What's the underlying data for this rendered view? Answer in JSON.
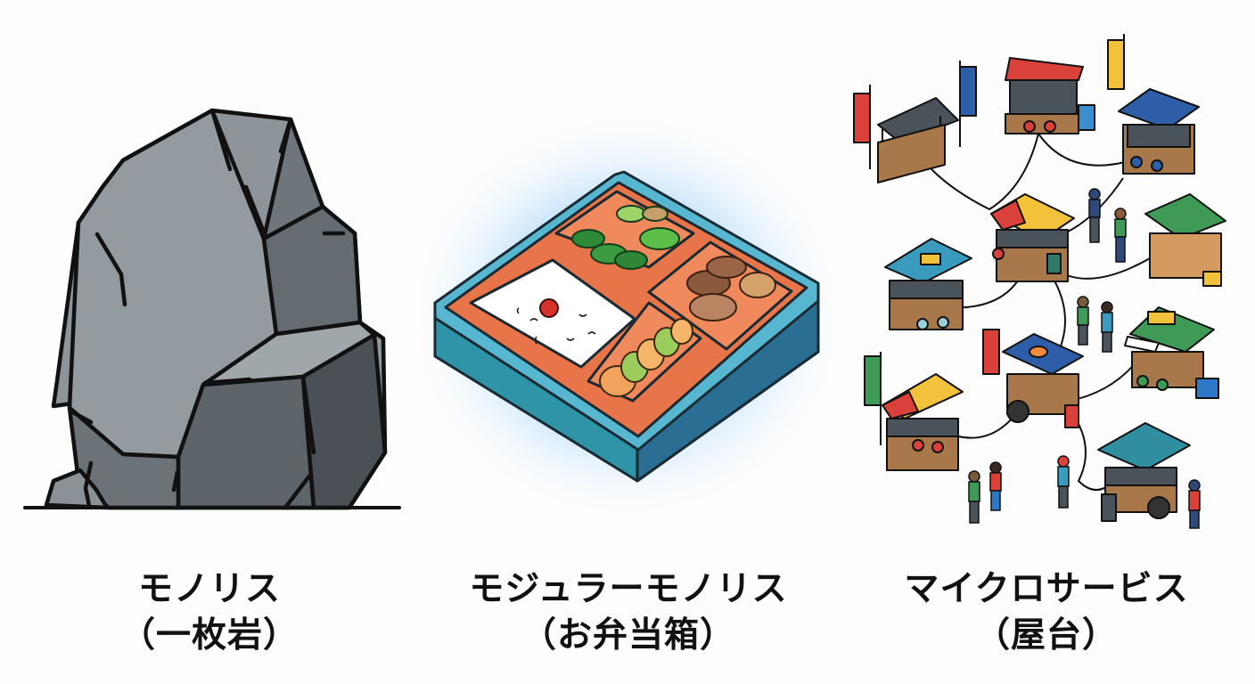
{
  "panels": [
    {
      "id": "monolith",
      "title": "モノリス",
      "subtitle": "（一枚岩）",
      "illustration": "rock-icon",
      "colors": {
        "light": "#9aa1a6",
        "mid": "#7d858b",
        "dark": "#5a6166",
        "darkest": "#454b50",
        "outline": "#111111"
      }
    },
    {
      "id": "modular-monolith",
      "title": "モジュラーモノリス",
      "subtitle": "（お弁当箱）",
      "illustration": "bento-box-icon",
      "colors": {
        "box": "#2f94a8",
        "box_side": "#2a6e93",
        "tray": "#e8744a",
        "rice": "#ffffff",
        "umeboshi": "#d7322b",
        "greens": "#3f9b3c",
        "meat": "#8b5a3c",
        "egg": "#f2a35e",
        "glow": "#cfe6fb"
      }
    },
    {
      "id": "microservices",
      "title": "マイクロサービス",
      "subtitle": "（屋台）",
      "illustration": "food-stalls-icon",
      "colors": {
        "wood": "#a9784a",
        "red": "#d9413a",
        "blue": "#2f5ea8",
        "yellow": "#f3c23b",
        "green": "#3f9a55",
        "teal": "#3a9bbf",
        "dark": "#4a525a"
      }
    }
  ]
}
